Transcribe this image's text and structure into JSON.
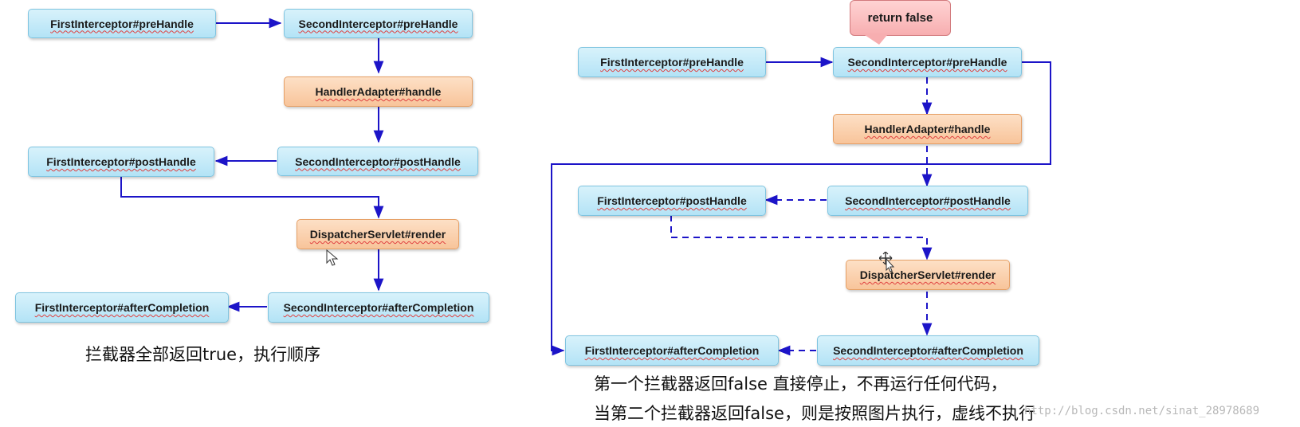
{
  "left_diagram": {
    "nodes": {
      "first_pre": "FirstInterceptor#preHandle",
      "second_pre": "SecondInterceptor#preHandle",
      "handler": "HandlerAdapter#handle",
      "second_post": "SecondInterceptor#postHandle",
      "first_post": "FirstInterceptor#postHandle",
      "render": "DispatcherServlet#render",
      "second_after": "SecondInterceptor#afterCompletion",
      "first_after": "FirstInterceptor#afterCompletion"
    },
    "caption": "拦截器全部返回true，执行顺序"
  },
  "right_diagram": {
    "callout": "return false",
    "nodes": {
      "first_pre": "FirstInterceptor#preHandle",
      "second_pre": "SecondInterceptor#preHandle",
      "handler": "HandlerAdapter#handle",
      "second_post": "SecondInterceptor#postHandle",
      "first_post": "FirstInterceptor#postHandle",
      "render": "DispatcherServlet#render",
      "second_after": "SecondInterceptor#afterCompletion",
      "first_after": "FirstInterceptor#afterCompletion"
    },
    "caption_line1": "第一个拦截器返回false 直接停止，不再运行任何代码，",
    "caption_line2": "当第二个拦截器返回false，则是按照图片执行，虚线不执行"
  },
  "watermark": "http://blog.csdn.net/sinat_28978689",
  "colors": {
    "arrow": "#1c14c8",
    "node_blue": "#c4eaf8",
    "node_orange": "#f9cfa8",
    "callout": "#f9bcbd"
  }
}
